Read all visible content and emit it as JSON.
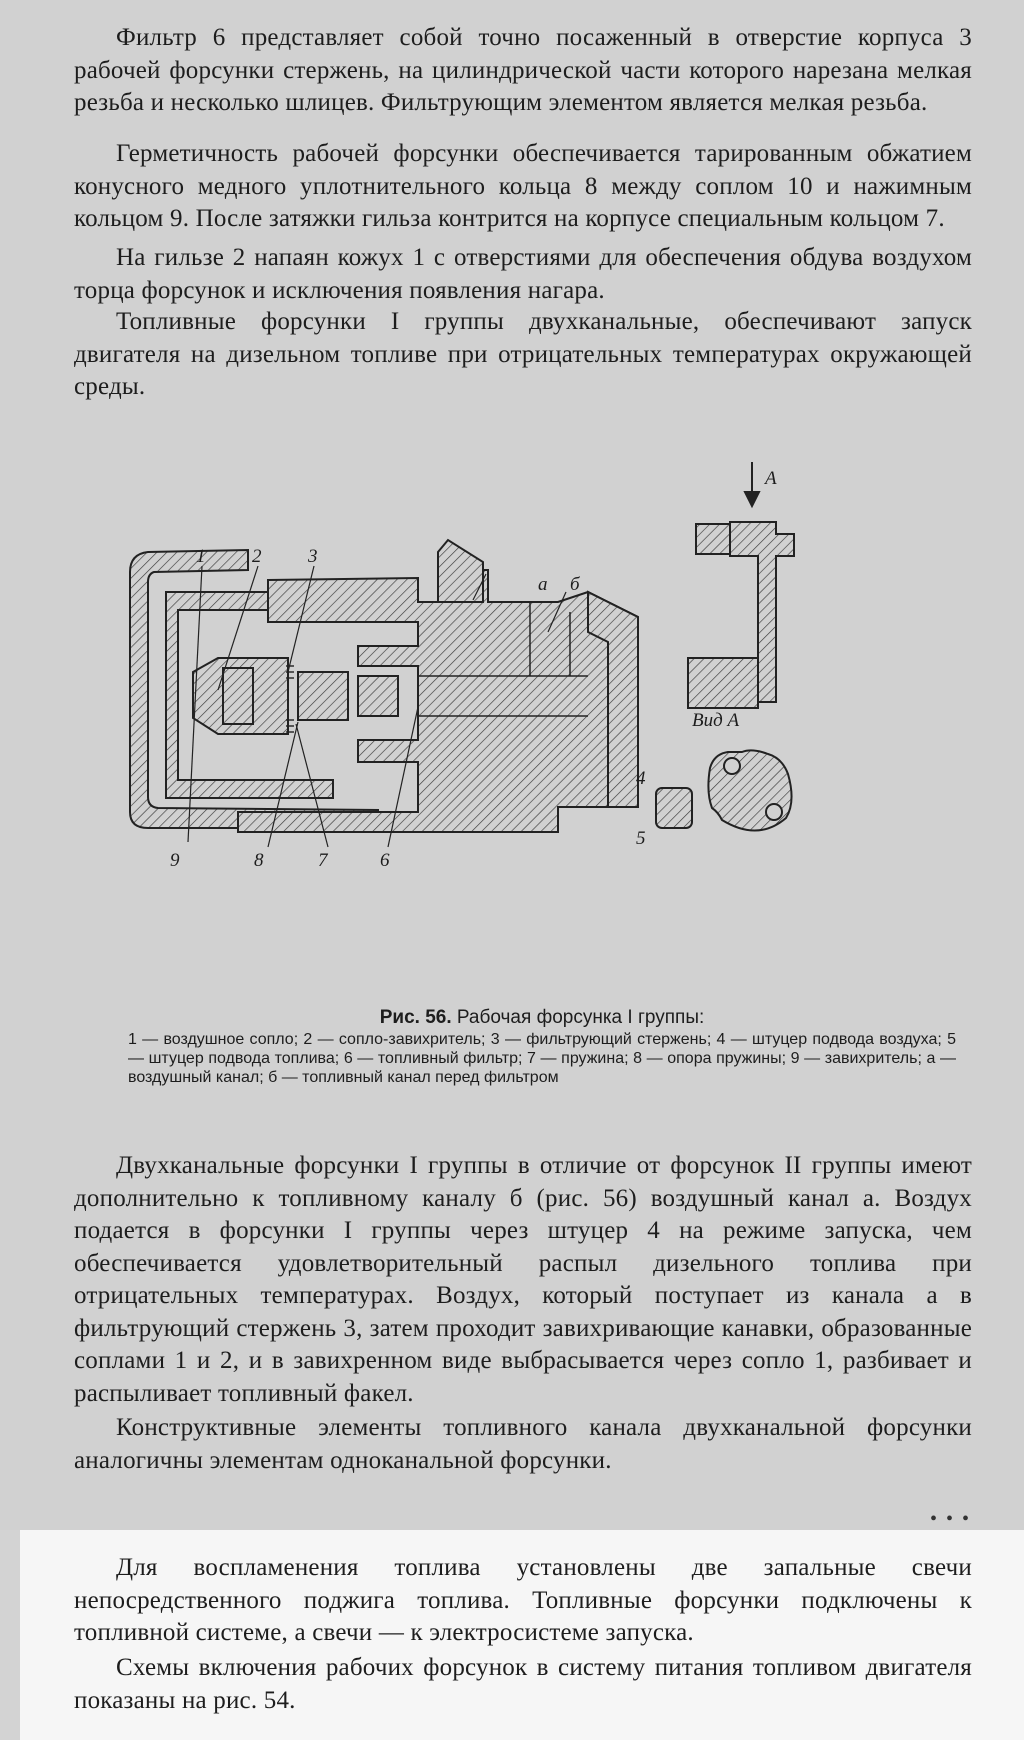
{
  "paragraphs_top": [
    "Фильтр 6 представляет собой точно посаженный в отверстие корпуса 3 рабочей форсунки стержень, на цилиндрической части которого нарезана мелкая резьба и несколько шлицев. Фильтрующим элементом является мелкая резьба.",
    "Герметичность рабочей форсунки обеспечивается тарированным обжатием конусного медного уплотнительного кольца 8 между соплом 10 и нажимным кольцом 9. После затяжки гильза контрится на корпусе специальным кольцом 7.",
    "На гильзе 2 напаян кожух 1 с отверстиями для обеспечения обдува воздухом торца форсунок и исключения появления нагара.",
    "Топливные форсунки I группы двухканальные, обеспечивают запуск двигателя на дизельном топливе при отрицательных температурах окружающей среды."
  ],
  "figure": {
    "labels": {
      "n1": "1",
      "n2": "2",
      "n3": "3",
      "n4": "4",
      "n5": "5",
      "n6": "6",
      "n7": "7",
      "n8": "8",
      "n9": "9",
      "a": "а",
      "b": "б",
      "arrow": "A",
      "view": "Вид А"
    },
    "caption_prefix": "Рис. 56.",
    "caption_title": "Рабочая форсунка I группы:",
    "caption_text": "1 — воздушное сопло; 2 — сопло-завихритель; 3 — фильтрующий стержень; 4 — штуцер подвода воздуха; 5 — штуцер подвода топлива; 6 — топливный фильтр; 7 — пружина; 8 — опора пружины; 9 — завихритель; а — воздушный канал; б — топливный канал перед фильтром"
  },
  "paragraphs_bottom": [
    "Двухканальные форсунки I группы в отличие от форсунок II группы имеют дополнительно к топливному каналу б (рис. 56) воздушный канал а. Воздух подается в форсунки I группы через штуцер 4 на режиме запуска, чем обеспечивается удовлетворительный распыл дизельного топлива при отрицательных температурах. Воздух, который поступает из канала а в фильтрующий стержень 3, затем проходит завихривающие канавки, образованные соплами 1 и 2, и в завихренном виде выбрасывается через сопло 1, разбивает и распыливает топливный факел.",
    "Конструктивные элементы топливного канала двухканальной форсунки аналогичны элементам одноканальной форсунки."
  ],
  "page_marker": "• • •",
  "paragraphs_panel": [
    "Для воспламенения топлива установлены две запальные свечи непосредственного поджига топлива. Топливные форсунки подключены к топливной системе, а свечи — к электросистеме запуска.",
    "Схемы включения рабочих форсунок в систему питания топливом двигателя показаны на рис. 54."
  ],
  "colors": {
    "page": "#d1d1d1",
    "panel": "#f6f6f6",
    "ink": "#1d1d1d"
  }
}
